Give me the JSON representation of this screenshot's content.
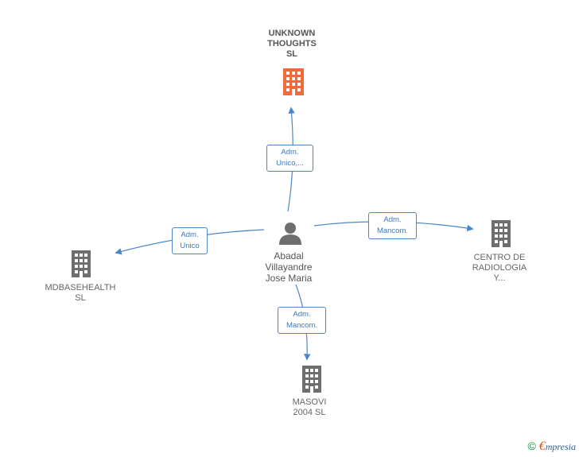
{
  "nodes": {
    "unknown_thoughts": {
      "lines": [
        "UNKNOWN",
        "THOUGHTS",
        "SL"
      ],
      "color": "#f26a3a"
    },
    "person": {
      "lines": [
        "Abadal",
        "Villayandre",
        "Jose Maria"
      ]
    },
    "mdbasehealth": {
      "lines": [
        "MDBASEHEALTH",
        "SL"
      ]
    },
    "centro": {
      "lines": [
        "CENTRO DE",
        "RADIOLOGIA",
        "Y..."
      ]
    },
    "masovi": {
      "lines": [
        "MASOVI",
        "2004 SL"
      ]
    }
  },
  "edges": {
    "to_unknown": [
      "Adm.",
      "Unico,..."
    ],
    "to_mdbase": [
      "Adm.",
      "Unico"
    ],
    "to_centro": [
      "Adm.",
      "Mancom."
    ],
    "to_masovi": [
      "Adm.",
      "Mancom."
    ]
  },
  "colors": {
    "edge": "#4a86c8",
    "building": "#6e6e6e",
    "highlight": "#f26a3a"
  },
  "footer": {
    "copyright": "©",
    "brand_e": "€",
    "brand_rest": "mpresia"
  }
}
